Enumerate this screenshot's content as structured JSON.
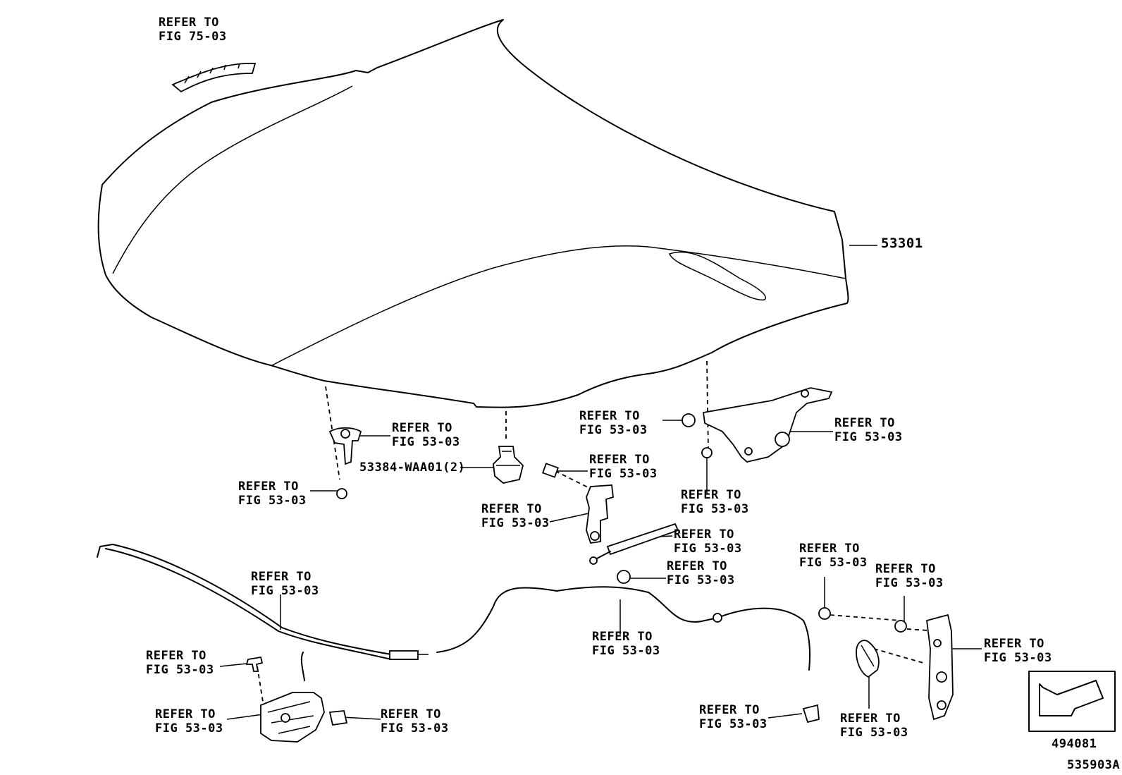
{
  "labels": {
    "insulator_ref": [
      "REFER TO",
      "FIG 75-03"
    ],
    "hood_part": "53301",
    "hinge_bolt_ref": [
      "REFER TO",
      "FIG 53-03"
    ],
    "hinge_ref": [
      "REFER TO",
      "FIG 53-03"
    ],
    "hook_ref": [
      "REFER TO",
      "FIG 53-03"
    ],
    "cushion_part": "53384-WAA01(2)",
    "hinge_nut_ref": [
      "REFER TO",
      "FIG 53-03"
    ],
    "hook_nut_ref": [
      "REFER TO",
      "FIG 53-03"
    ],
    "pin_ref": [
      "REFER TO",
      "FIG 53-03"
    ],
    "stay_bracket_ref": [
      "REFER TO",
      "FIG 53-03"
    ],
    "stay_ref": [
      "REFER TO",
      "FIG 53-03"
    ],
    "stay_cushion_ref": [
      "REFER TO",
      "FIG 53-03"
    ],
    "cable_ref_left": [
      "REFER TO",
      "FIG 53-03"
    ],
    "cable_ref_mid": [
      "REFER TO",
      "FIG 53-03"
    ],
    "lock_bolt_ref": [
      "REFER TO",
      "FIG 53-03"
    ],
    "lock_ref": [
      "REFER TO",
      "FIG 53-03"
    ],
    "clip_ref": [
      "REFER TO",
      "FIG 53-03"
    ],
    "cable_clip_ref": [
      "REFER TO",
      "FIG 53-03"
    ],
    "support_nut_ref": [
      "REFER TO",
      "FIG 53-03"
    ],
    "support_bolt_ref": [
      "REFER TO",
      "FIG 53-03"
    ],
    "support_ref": [
      "REFER TO",
      "FIG 53-03"
    ],
    "lever_ref": [
      "REFER TO",
      "FIG 53-03"
    ]
  },
  "footer": {
    "view_code": "494081",
    "illustration_code": "535903A"
  }
}
